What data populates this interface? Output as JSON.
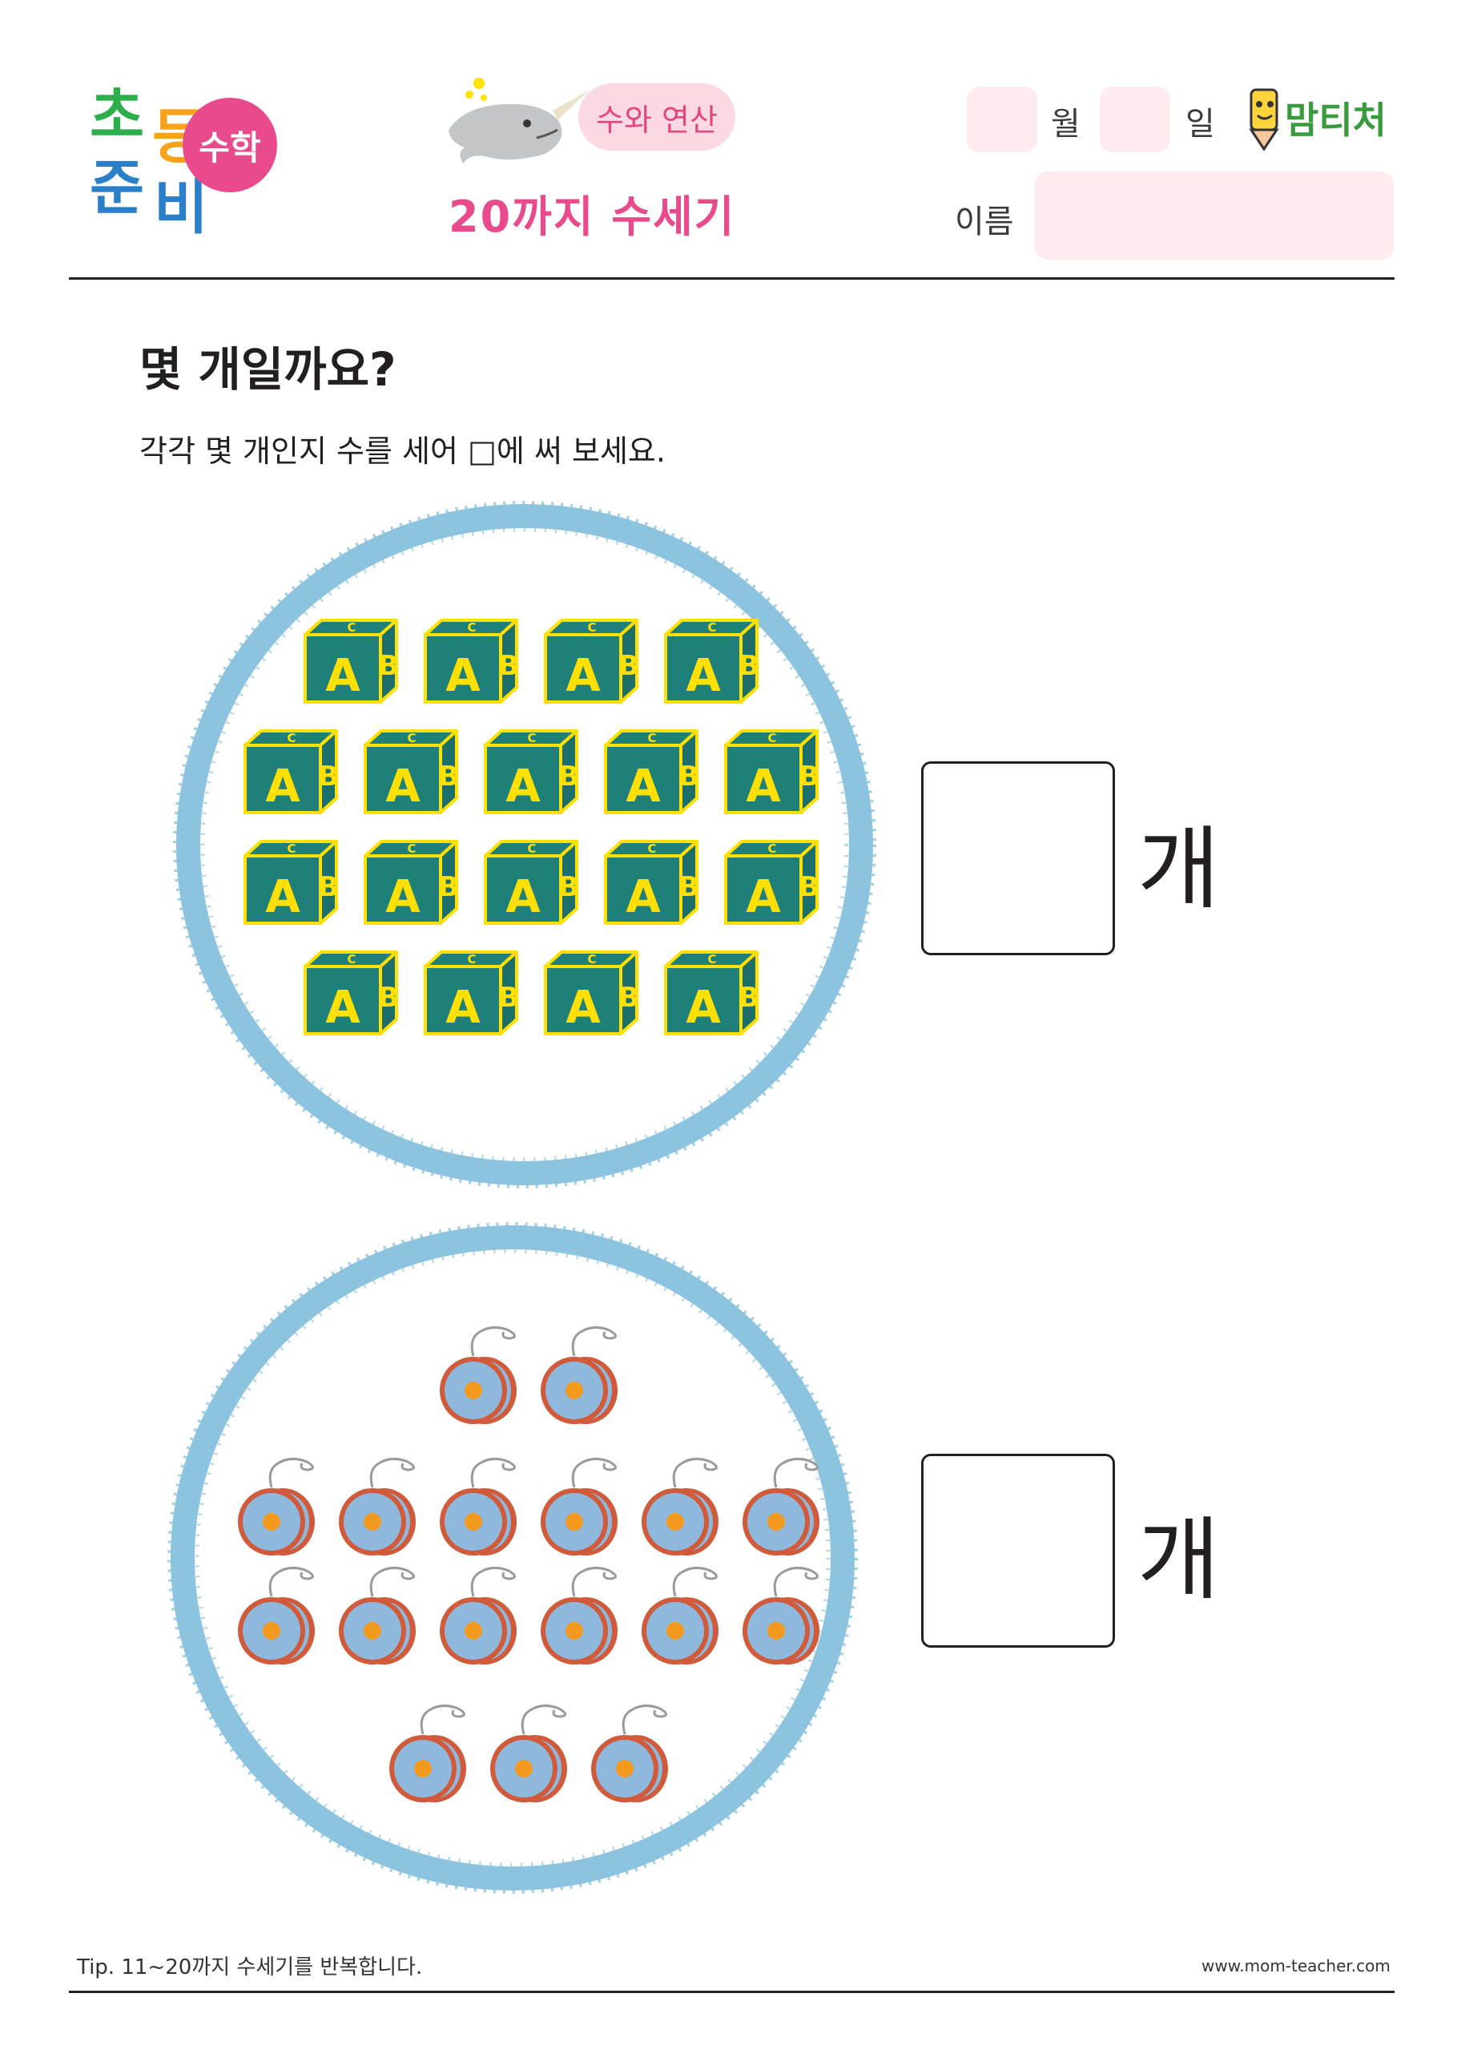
{
  "header": {
    "logo_chars": [
      "초",
      "등",
      "준",
      "비"
    ],
    "brand_badge": "수학",
    "topic_badge": "수와 연산",
    "worksheet_title": "20까지 수세기",
    "month_label": "월",
    "day_label": "일",
    "name_label": "이름",
    "publisher_logo": "맘티처",
    "mascot_icon": "narwhal-icon",
    "pencil_icon": "pencil-mascot-icon"
  },
  "question": {
    "title": "몇 개일까요?",
    "instruction": "각각 몇 개인지 수를 세어 □에 써 보세요."
  },
  "problems": [
    {
      "object": "alphabet-block-icon",
      "block_letters": [
        "A",
        "B",
        "C"
      ],
      "row_counts": [
        4,
        5,
        5,
        4
      ],
      "unit": "개"
    },
    {
      "object": "yoyo-icon",
      "row_counts": [
        2,
        6,
        6,
        3
      ],
      "unit": "개"
    }
  ],
  "footer": {
    "tip": "Tip. 11~20까지 수세기를 반복합니다.",
    "url": "www.mom-teacher.com"
  },
  "colors": {
    "pink": "#e94a8b",
    "light_pink": "#fdebee",
    "circle_blue": "#8cc3df",
    "block_teal": "#1f7f79",
    "block_yellow": "#ffe000",
    "yoyo_blue": "#8fb9dc",
    "yoyo_red": "#d05a3a",
    "yoyo_center": "#f39a1e"
  }
}
